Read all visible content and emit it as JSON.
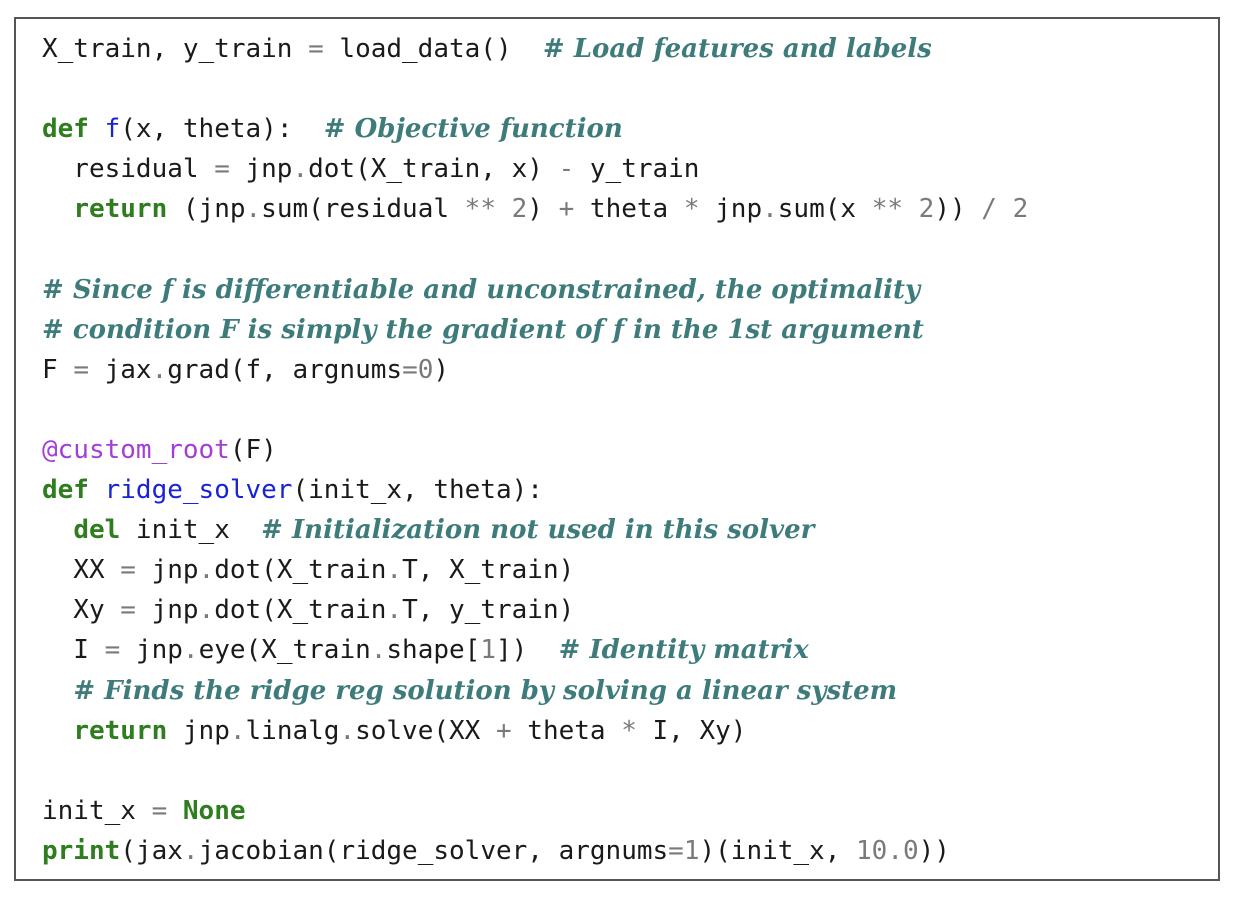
{
  "code": {
    "lines": [
      [
        {
          "t": "X_train, y_train ",
          "k": "default"
        },
        {
          "t": "=",
          "k": "op"
        },
        {
          "t": " load_data()  ",
          "k": "default"
        },
        {
          "t": "# Load features and labels",
          "k": "comment"
        }
      ],
      [],
      [
        {
          "t": "def",
          "k": "keyword"
        },
        {
          "t": " ",
          "k": "default"
        },
        {
          "t": "f",
          "k": "fn"
        },
        {
          "t": "(x, theta):  ",
          "k": "default"
        },
        {
          "t": "# Objective function",
          "k": "comment"
        }
      ],
      [
        {
          "t": "  residual ",
          "k": "default"
        },
        {
          "t": "=",
          "k": "op"
        },
        {
          "t": " jnp",
          "k": "default"
        },
        {
          "t": ".",
          "k": "op"
        },
        {
          "t": "dot(X_train, x) ",
          "k": "default"
        },
        {
          "t": "-",
          "k": "op"
        },
        {
          "t": " y_train",
          "k": "default"
        }
      ],
      [
        {
          "t": "  ",
          "k": "default"
        },
        {
          "t": "return",
          "k": "keyword"
        },
        {
          "t": " (jnp",
          "k": "default"
        },
        {
          "t": ".",
          "k": "op"
        },
        {
          "t": "sum(residual ",
          "k": "default"
        },
        {
          "t": "**",
          "k": "op"
        },
        {
          "t": " ",
          "k": "default"
        },
        {
          "t": "2",
          "k": "num"
        },
        {
          "t": ") ",
          "k": "default"
        },
        {
          "t": "+",
          "k": "op"
        },
        {
          "t": " theta ",
          "k": "default"
        },
        {
          "t": "*",
          "k": "op"
        },
        {
          "t": " jnp",
          "k": "default"
        },
        {
          "t": ".",
          "k": "op"
        },
        {
          "t": "sum(x ",
          "k": "default"
        },
        {
          "t": "**",
          "k": "op"
        },
        {
          "t": " ",
          "k": "default"
        },
        {
          "t": "2",
          "k": "num"
        },
        {
          "t": ")) ",
          "k": "default"
        },
        {
          "t": "/",
          "k": "op"
        },
        {
          "t": " ",
          "k": "default"
        },
        {
          "t": "2",
          "k": "num"
        }
      ],
      [],
      [
        {
          "t": "# Since f is differentiable and unconstrained, the optimality",
          "k": "comment"
        }
      ],
      [
        {
          "t": "# condition F is simply the gradient of f in the 1st argument",
          "k": "comment"
        }
      ],
      [
        {
          "t": "F ",
          "k": "default"
        },
        {
          "t": "=",
          "k": "op"
        },
        {
          "t": " jax",
          "k": "default"
        },
        {
          "t": ".",
          "k": "op"
        },
        {
          "t": "grad(f, argnums",
          "k": "default"
        },
        {
          "t": "=",
          "k": "op"
        },
        {
          "t": "0",
          "k": "num"
        },
        {
          "t": ")",
          "k": "default"
        }
      ],
      [],
      [
        {
          "t": "@custom_root",
          "k": "deco"
        },
        {
          "t": "(F)",
          "k": "default"
        }
      ],
      [
        {
          "t": "def",
          "k": "keyword"
        },
        {
          "t": " ",
          "k": "default"
        },
        {
          "t": "ridge_solver",
          "k": "fn"
        },
        {
          "t": "(init_x, theta):",
          "k": "default"
        }
      ],
      [
        {
          "t": "  ",
          "k": "default"
        },
        {
          "t": "del",
          "k": "keyword"
        },
        {
          "t": " init_x  ",
          "k": "default"
        },
        {
          "t": "# Initialization not used in this solver",
          "k": "comment"
        }
      ],
      [
        {
          "t": "  XX ",
          "k": "default"
        },
        {
          "t": "=",
          "k": "op"
        },
        {
          "t": " jnp",
          "k": "default"
        },
        {
          "t": ".",
          "k": "op"
        },
        {
          "t": "dot(X_train",
          "k": "default"
        },
        {
          "t": ".",
          "k": "op"
        },
        {
          "t": "T, X_train)",
          "k": "default"
        }
      ],
      [
        {
          "t": "  Xy ",
          "k": "default"
        },
        {
          "t": "=",
          "k": "op"
        },
        {
          "t": " jnp",
          "k": "default"
        },
        {
          "t": ".",
          "k": "op"
        },
        {
          "t": "dot(X_train",
          "k": "default"
        },
        {
          "t": ".",
          "k": "op"
        },
        {
          "t": "T, y_train)",
          "k": "default"
        }
      ],
      [
        {
          "t": "  I ",
          "k": "default"
        },
        {
          "t": "=",
          "k": "op"
        },
        {
          "t": " jnp",
          "k": "default"
        },
        {
          "t": ".",
          "k": "op"
        },
        {
          "t": "eye(X_train",
          "k": "default"
        },
        {
          "t": ".",
          "k": "op"
        },
        {
          "t": "shape[",
          "k": "default"
        },
        {
          "t": "1",
          "k": "num"
        },
        {
          "t": "])  ",
          "k": "default"
        },
        {
          "t": "# Identity matrix",
          "k": "comment"
        }
      ],
      [
        {
          "t": "  ",
          "k": "default"
        },
        {
          "t": "# Finds the ridge reg solution by solving a linear system",
          "k": "comment"
        }
      ],
      [
        {
          "t": "  ",
          "k": "default"
        },
        {
          "t": "return",
          "k": "keyword"
        },
        {
          "t": " jnp",
          "k": "default"
        },
        {
          "t": ".",
          "k": "op"
        },
        {
          "t": "linalg",
          "k": "default"
        },
        {
          "t": ".",
          "k": "op"
        },
        {
          "t": "solve(XX ",
          "k": "default"
        },
        {
          "t": "+",
          "k": "op"
        },
        {
          "t": " theta ",
          "k": "default"
        },
        {
          "t": "*",
          "k": "op"
        },
        {
          "t": " I, Xy)",
          "k": "default"
        }
      ],
      [],
      [
        {
          "t": "init_x ",
          "k": "default"
        },
        {
          "t": "=",
          "k": "op"
        },
        {
          "t": " ",
          "k": "default"
        },
        {
          "t": "None",
          "k": "const"
        }
      ],
      [
        {
          "t": "print",
          "k": "keyword"
        },
        {
          "t": "(jax",
          "k": "default"
        },
        {
          "t": ".",
          "k": "op"
        },
        {
          "t": "jacobian(ridge_solver, argnums",
          "k": "default"
        },
        {
          "t": "=",
          "k": "op"
        },
        {
          "t": "1",
          "k": "num"
        },
        {
          "t": ")(init_x, ",
          "k": "default"
        },
        {
          "t": "10.0",
          "k": "num"
        },
        {
          "t": "))",
          "k": "default"
        }
      ]
    ]
  }
}
